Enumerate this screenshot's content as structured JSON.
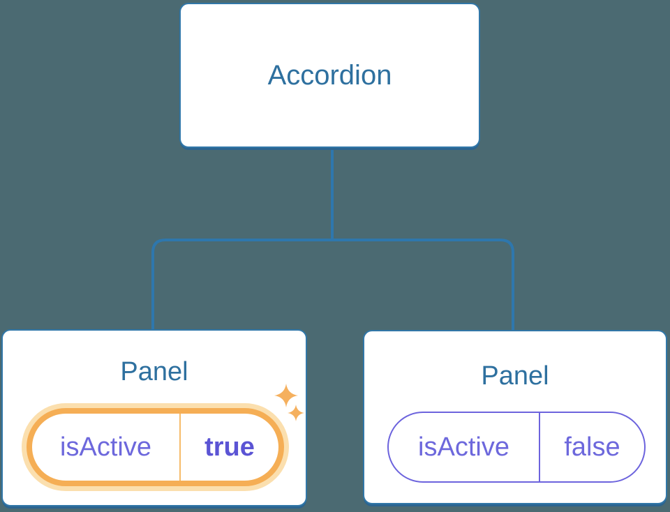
{
  "diagram": {
    "description": "Component tree diagram: Accordion parent with two Panel children sharing isActive state",
    "root": {
      "label": "Accordion"
    },
    "panels": [
      {
        "label": "Panel",
        "state": {
          "name": "isActive",
          "value": "true"
        },
        "highlighted": true,
        "icon": "sparkles-icon"
      },
      {
        "label": "Panel",
        "state": {
          "name": "isActive",
          "value": "false"
        },
        "highlighted": false
      }
    ]
  },
  "colors": {
    "background": "#4b6a72",
    "node_fill": "#ffffff",
    "node_border": "#3177a8",
    "node_bottom_shadow": "#2b6490",
    "node_label_text": "#2e709f",
    "connector_line": "#2e77ad",
    "state_text": "#6d68dc",
    "state_value_active_text": "#5b54d4",
    "active_pill_border": "#f5ae55",
    "active_pill_halo": "#fbdfae",
    "active_pill_divider": "#f6bb69",
    "inactive_pill_border": "#6c63dd",
    "sparkle": "#f5b05e"
  }
}
